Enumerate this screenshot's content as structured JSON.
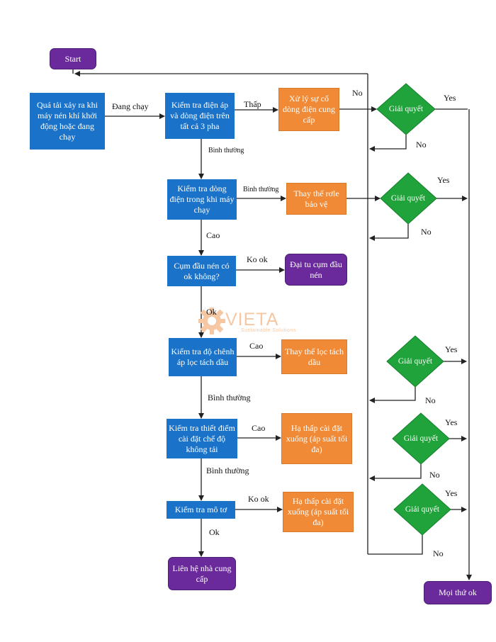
{
  "nodes": {
    "start": "Start",
    "overload": "Quá tải xảy ra khi máy nén khí khởi động hoặc đang chạy",
    "check_voltage": "Kiểm tra điện áp và dòng điện trên tất cả 3 pha",
    "handle_supply": "Xử lý sự cố dòng điện cung cấp",
    "check_current": "Kiểm tra dòng điện trong khi máy chạy",
    "replace_relay": "Thay thế rơle bảo vệ",
    "compressor_ok": "Cụm đầu nén có ok không?",
    "overhaul": "Đại tu cụm đầu nén",
    "check_filter": "Kiểm tra độ chênh áp lọc tách dầu",
    "replace_filter": "Thay thế lọc tách dầu",
    "check_unload": "Kiểm tra thiết điểm cài đặt chế độ không tải",
    "lower_setting_1": "Hạ thấp cài đặt xuống (áp suất tối đa)",
    "check_motor": "Kiểm tra mô tơ",
    "lower_setting_2": "Hạ thấp cài đặt xuống (áp suất tối đa)",
    "contact_supplier": "Liên hệ nhà cung cấp",
    "all_ok": "Mọi thứ ok"
  },
  "decisions": [
    "Giải quyết",
    "Giải quyết",
    "Giải quyết",
    "Giải quyết",
    "Giải quyết"
  ],
  "edge_labels": {
    "running": "Đang chạy",
    "low": "Thấp",
    "normal_1": "Bình thường",
    "normal_2": "Bình thường",
    "high_1": "Cao",
    "ko_ok_1": "Ko ok",
    "ok_1": "Ok",
    "high_2": "Cao",
    "normal_3": "Bình thường",
    "high_3": "Cao",
    "normal_4": "Bình thường",
    "ko_ok_2": "Ko ok",
    "ok_2": "Ok",
    "no_top": "No",
    "yes": [
      "Yes",
      "Yes",
      "Yes",
      "Yes",
      "Yes"
    ],
    "no": [
      "No",
      "No",
      "No",
      "No",
      "No"
    ]
  },
  "watermark": {
    "title": "VIETA",
    "subtitle": "Sustainable Solutions"
  },
  "colors": {
    "process": "#1a73c9",
    "action": "#f08a36",
    "terminal": "#6a2a9b",
    "decision": "#1fa33a",
    "line": "#222222"
  }
}
